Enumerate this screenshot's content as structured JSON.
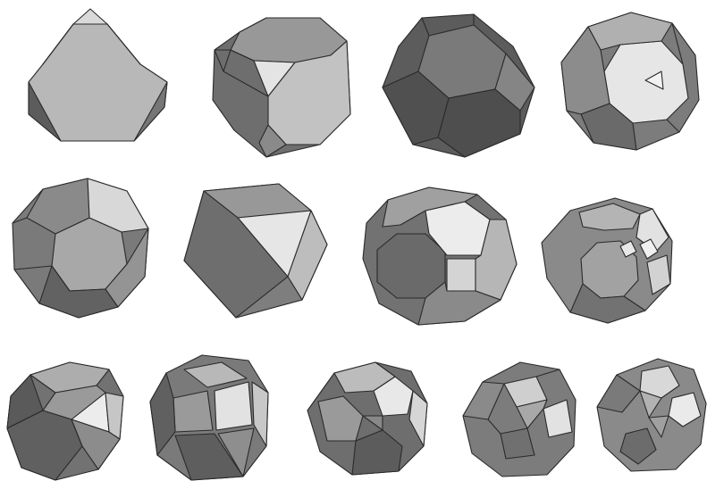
{
  "figure": {
    "rows": [
      {
        "items": [
          {
            "shape": "truncated-tetrahedron"
          },
          {
            "shape": "truncated-cube"
          },
          {
            "shape": "truncated-octahedron"
          },
          {
            "shape": "truncated-dodecahedron"
          }
        ]
      },
      {
        "items": [
          {
            "shape": "truncated-icosahedron"
          },
          {
            "shape": "cuboctahedron"
          },
          {
            "shape": "truncated-cuboctahedron"
          },
          {
            "shape": "truncated-icosidodecahedron"
          }
        ]
      },
      {
        "items": [
          {
            "shape": "icosidodecahedron"
          },
          {
            "shape": "rhombicuboctahedron"
          },
          {
            "shape": "rhombicosidodecahedron"
          },
          {
            "shape": "snub-cube"
          },
          {
            "shape": "snub-dodecahedron"
          }
        ]
      }
    ],
    "colors": {
      "background": "#ffffff",
      "edge": "#2a2a2a",
      "light": "#e8e8e8",
      "mid": "#b4b4b4",
      "dark": "#707070",
      "darker": "#585858"
    }
  }
}
